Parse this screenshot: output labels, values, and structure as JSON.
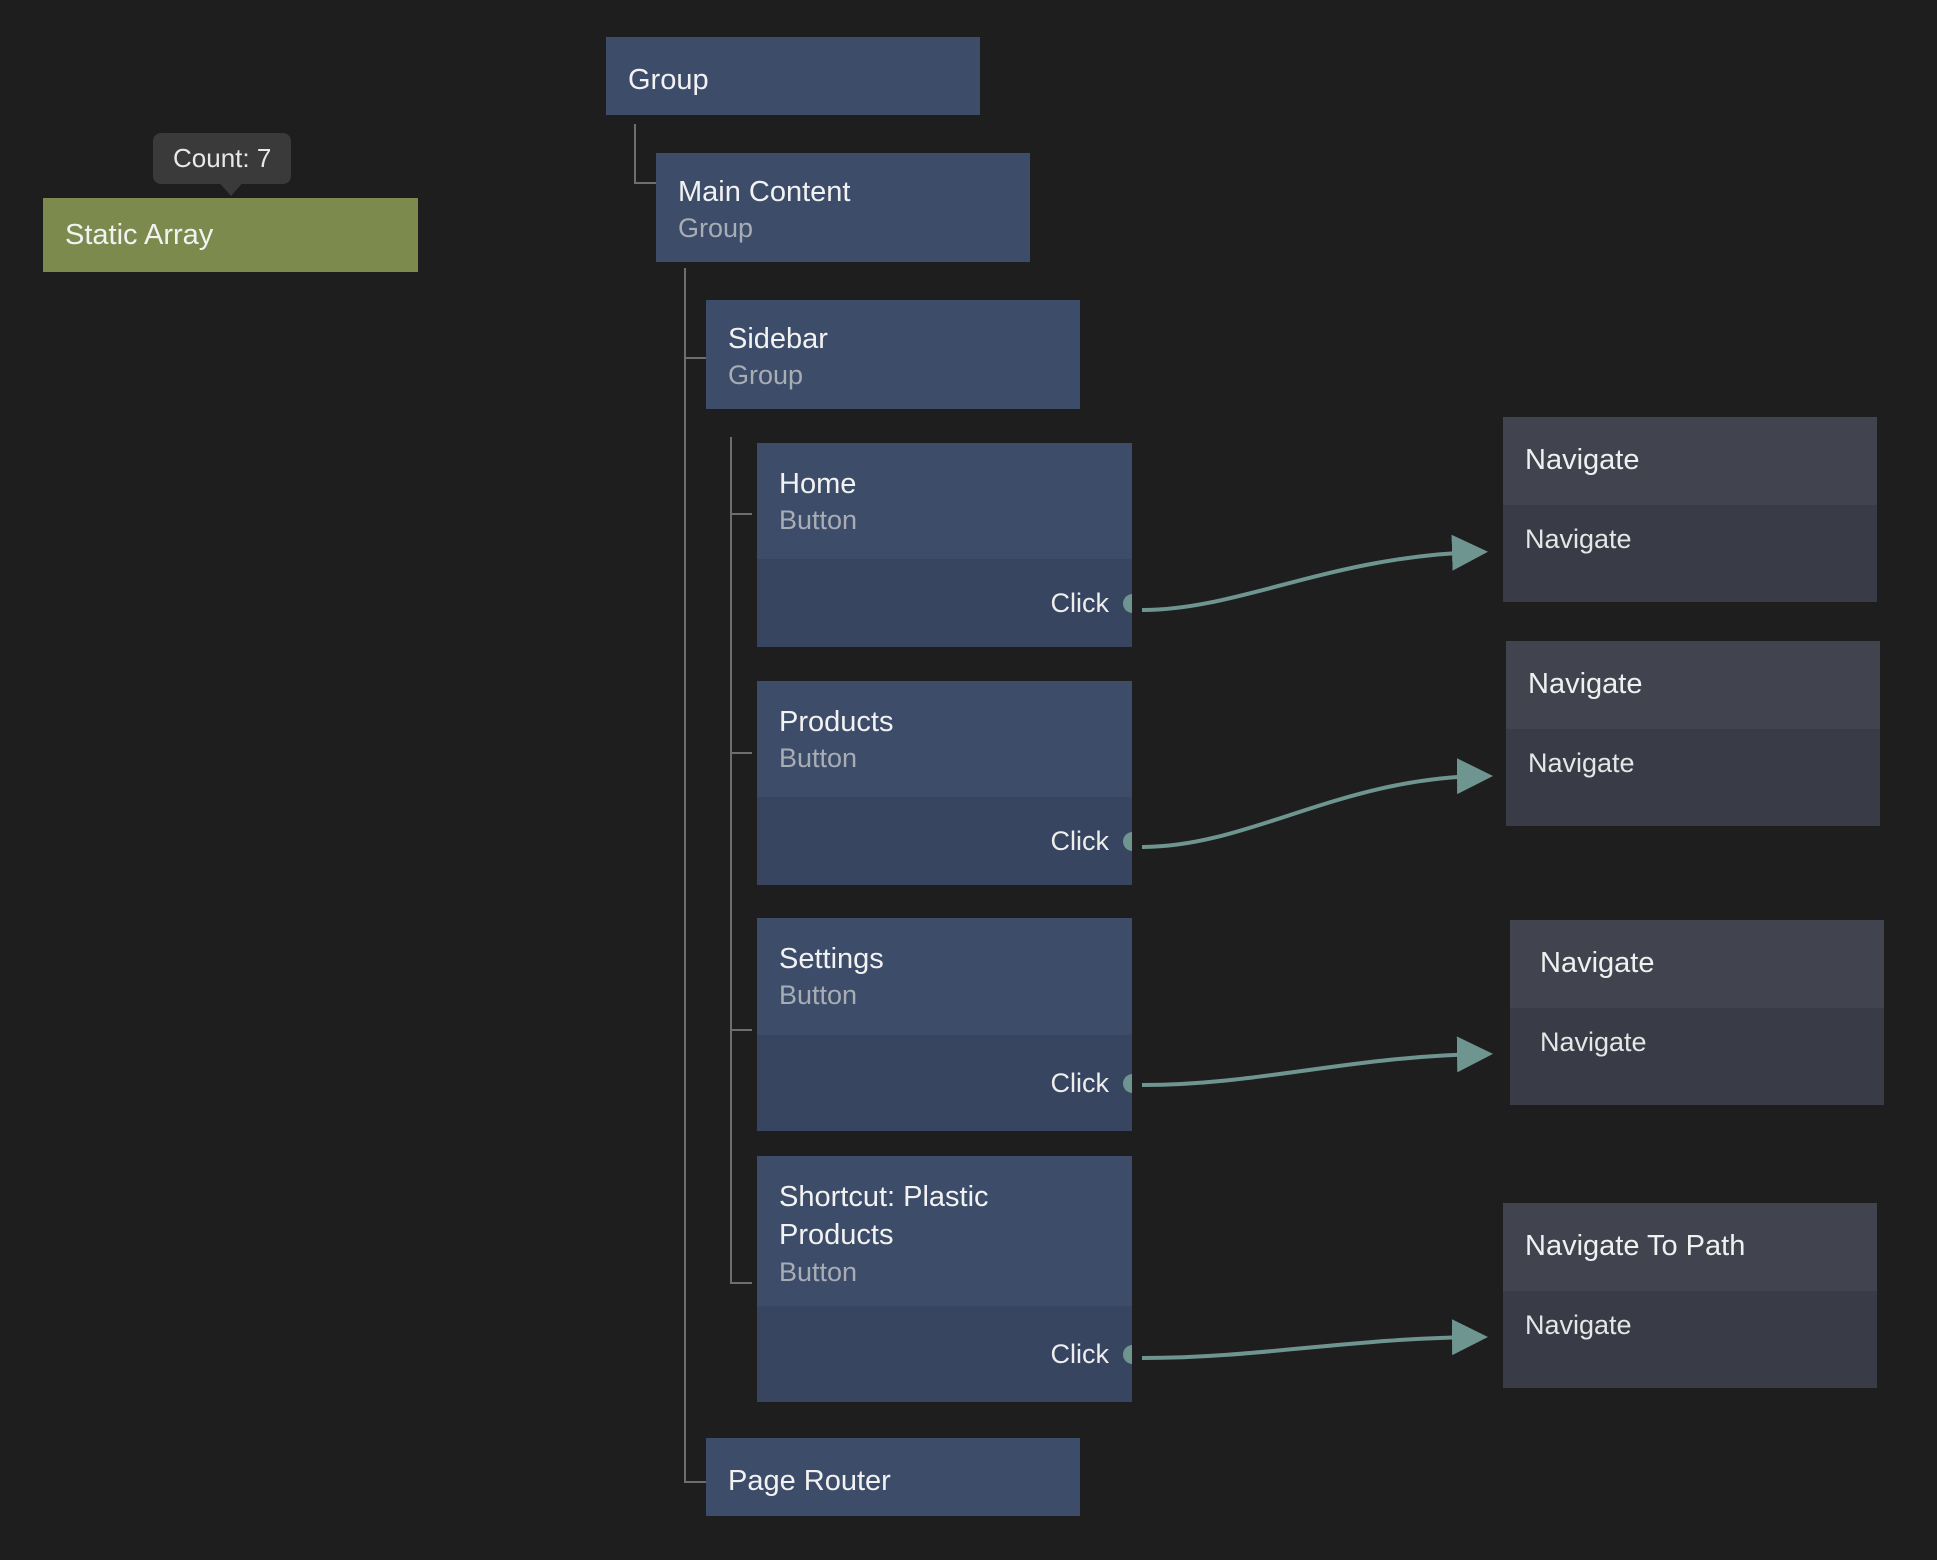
{
  "canvas": {
    "background": "#1e1e1e",
    "rail_color": "#6e6e6e",
    "wire_color": "#6f9591"
  },
  "tooltip": {
    "text": "Count: 7",
    "background": "#3a3a3a"
  },
  "nodes": {
    "static_array": {
      "title": "Static Array",
      "color": "#7d8a4d"
    },
    "group": {
      "title": "Group"
    },
    "main_content": {
      "title": "Main Content",
      "subtitle": "Group"
    },
    "sidebar": {
      "title": "Sidebar",
      "subtitle": "Group"
    },
    "home": {
      "title": "Home",
      "subtitle": "Button",
      "port": "Click"
    },
    "products": {
      "title": "Products",
      "subtitle": "Button",
      "port": "Click"
    },
    "settings": {
      "title": "Settings",
      "subtitle": "Button",
      "port": "Click"
    },
    "shortcut_plastic": {
      "title": "Shortcut: Plastic Products",
      "subtitle": "Button",
      "port": "Click"
    },
    "page_router": {
      "title": "Page Router"
    },
    "navigate_1": {
      "title": "Navigate",
      "port": "Navigate"
    },
    "navigate_2": {
      "title": "Navigate",
      "port": "Navigate"
    },
    "navigate_3": {
      "title": "Navigate",
      "port": "Navigate"
    },
    "navigate_to_path": {
      "title": "Navigate To Path",
      "port": "Navigate"
    }
  }
}
